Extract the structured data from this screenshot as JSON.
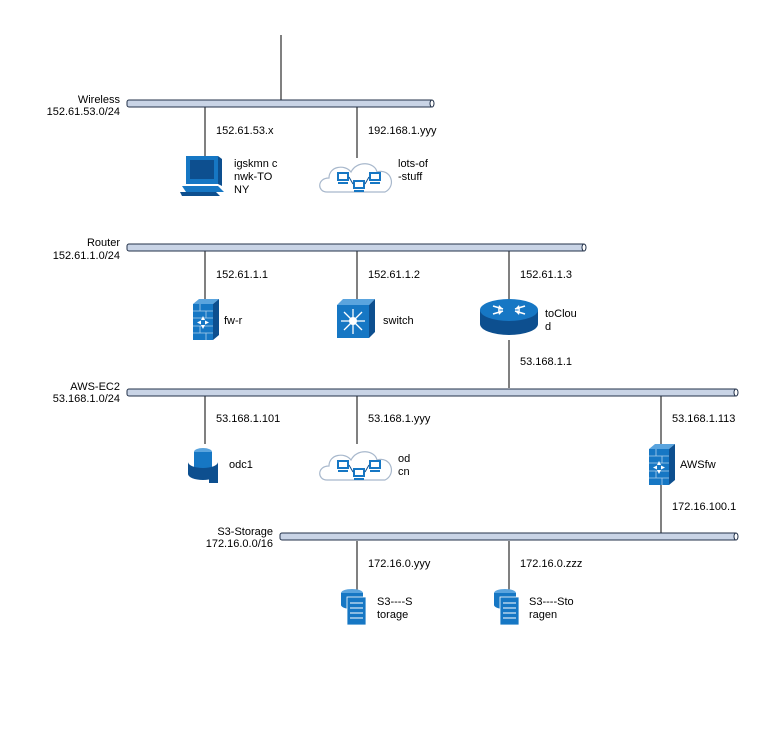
{
  "networks": {
    "wireless": {
      "name": "Wireless",
      "subnet": "152.61.53.0/24"
    },
    "router": {
      "name": "Router",
      "subnet": "152.61.1.0/24"
    },
    "aws": {
      "name": "AWS-EC2",
      "subnet": "53.168.1.0/24"
    },
    "s3": {
      "name": "S3-Storage",
      "subnet": "172.16.0.0/16"
    }
  },
  "links": {
    "igskmn": "152.61.53.x",
    "lots": "192.168.1.yyy",
    "fwr": "152.61.1.1",
    "switch": "152.61.1.2",
    "tocloud_top": "152.61.1.3",
    "tocloud_bottom": "53.168.1.1",
    "odc1": "53.168.1.101",
    "odcn": "53.168.1.yyy",
    "awsfw_top": "53.168.1.113",
    "awsfw_bottom": "172.16.100.1",
    "s3a": "172.16.0.yyy",
    "s3b": "172.16.0.zzz"
  },
  "nodes": {
    "igskmn": {
      "label": "igskmn cnwk-TONY",
      "icon": "workstation-icon"
    },
    "lots": {
      "label": "lots-of-stuff",
      "icon": "cloud-computers-icon"
    },
    "fwr": {
      "label": "fw-r",
      "icon": "firewall-icon"
    },
    "switch": {
      "label": "switch",
      "icon": "layer3-switch-icon"
    },
    "tocloud": {
      "label": "toCloud",
      "icon": "router-icon"
    },
    "odc1": {
      "label": "odc1",
      "icon": "database-icon"
    },
    "odcn": {
      "label": "odcn",
      "icon": "cloud-computers-icon"
    },
    "awsfw": {
      "label": "AWSfw",
      "icon": "firewall-icon"
    },
    "s3a": {
      "label": "S3----Storage",
      "icon": "storage-server-icon"
    },
    "s3b": {
      "label": "S3----Storagen",
      "icon": "storage-server-icon"
    }
  },
  "colors": {
    "bus_fill": "#c9d4e6",
    "bus_stroke": "#23324a",
    "icon_blue": "#1677c4",
    "icon_dark": "#0d4f8f",
    "cloud_stroke": "#a8b8cc"
  }
}
